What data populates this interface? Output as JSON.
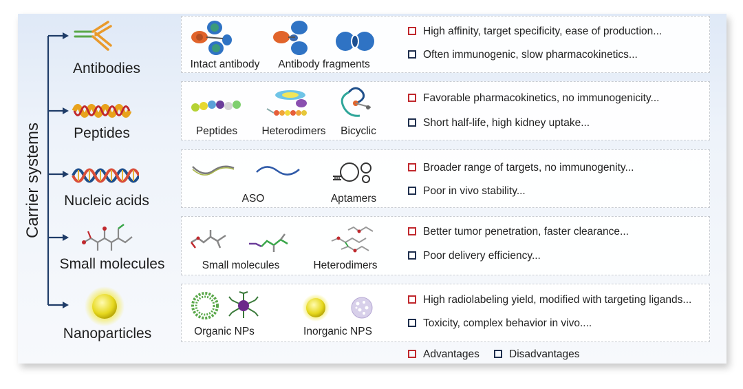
{
  "axis_title": "Carrier systems",
  "colors": {
    "advantage": "#c0282d",
    "disadvantage": "#1f2f4e",
    "tree_line": "#1f3c68"
  },
  "categories": [
    {
      "name": "Antibodies",
      "images": [
        "Intact antibody",
        "Antibody fragments"
      ],
      "advantage": "High affinity, target specificity, ease of production...",
      "disadvantage": "Often immunogenic, slow pharmacokinetics..."
    },
    {
      "name": "Peptides",
      "images": [
        "Peptides",
        "Heterodimers",
        "Bicyclic"
      ],
      "advantage": "Favorable pharmacokinetics, no immunogenicity...",
      "disadvantage": "Short half-life, high kidney uptake..."
    },
    {
      "name": "Nucleic acids",
      "images": [
        "ASO",
        "Aptamers"
      ],
      "advantage": "Broader range of targets, no immunogenity...",
      "disadvantage": "Poor in vivo stability..."
    },
    {
      "name": "Small molecules",
      "images": [
        "Small molecules",
        "Heterodimers"
      ],
      "advantage": "Better tumor penetration, faster clearance...",
      "disadvantage": "Poor delivery efficiency..."
    },
    {
      "name": "Nanoparticles",
      "images": [
        "Organic NPs",
        "Inorganic NPS"
      ],
      "advantage": "High radiolabeling yield, modified with targeting ligands...",
      "disadvantage": "Toxicity, complex behavior in vivo...."
    }
  ],
  "legend": {
    "advantages": "Advantages",
    "disadvantages": "Disadvantages"
  }
}
